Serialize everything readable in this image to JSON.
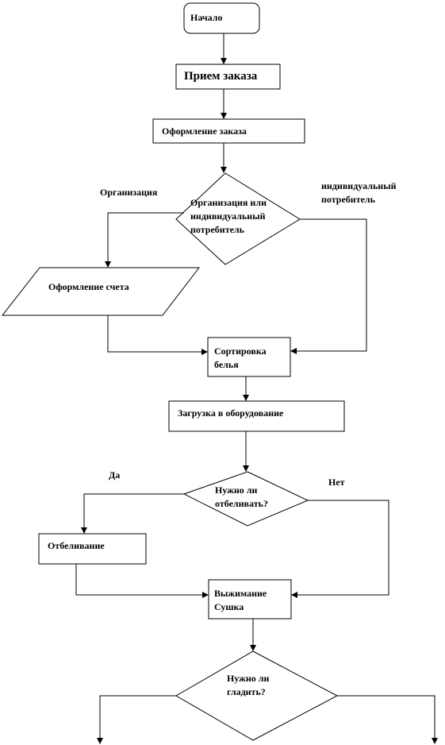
{
  "flowchart": {
    "start": "Начало",
    "receive_order": "Прием заказа",
    "process_order": "Оформление заказа",
    "decision_customer": {
      "question": "Организация или индивидуальный потребитель",
      "left_branch": "Организация",
      "right_branch": "индивидуальный потребитель"
    },
    "invoice": "Оформление счета",
    "sort_laundry": "Сортировка белья",
    "load_equipment": "Загрузка в оборудование",
    "decision_bleach": {
      "question": "Нужно ли отбеливать?",
      "yes": "Да",
      "no": "Нет"
    },
    "bleaching": "Отбеливание",
    "spin_dry": "Выжимание Сушка",
    "decision_iron": {
      "question": "Нужно ли гладить?"
    }
  }
}
